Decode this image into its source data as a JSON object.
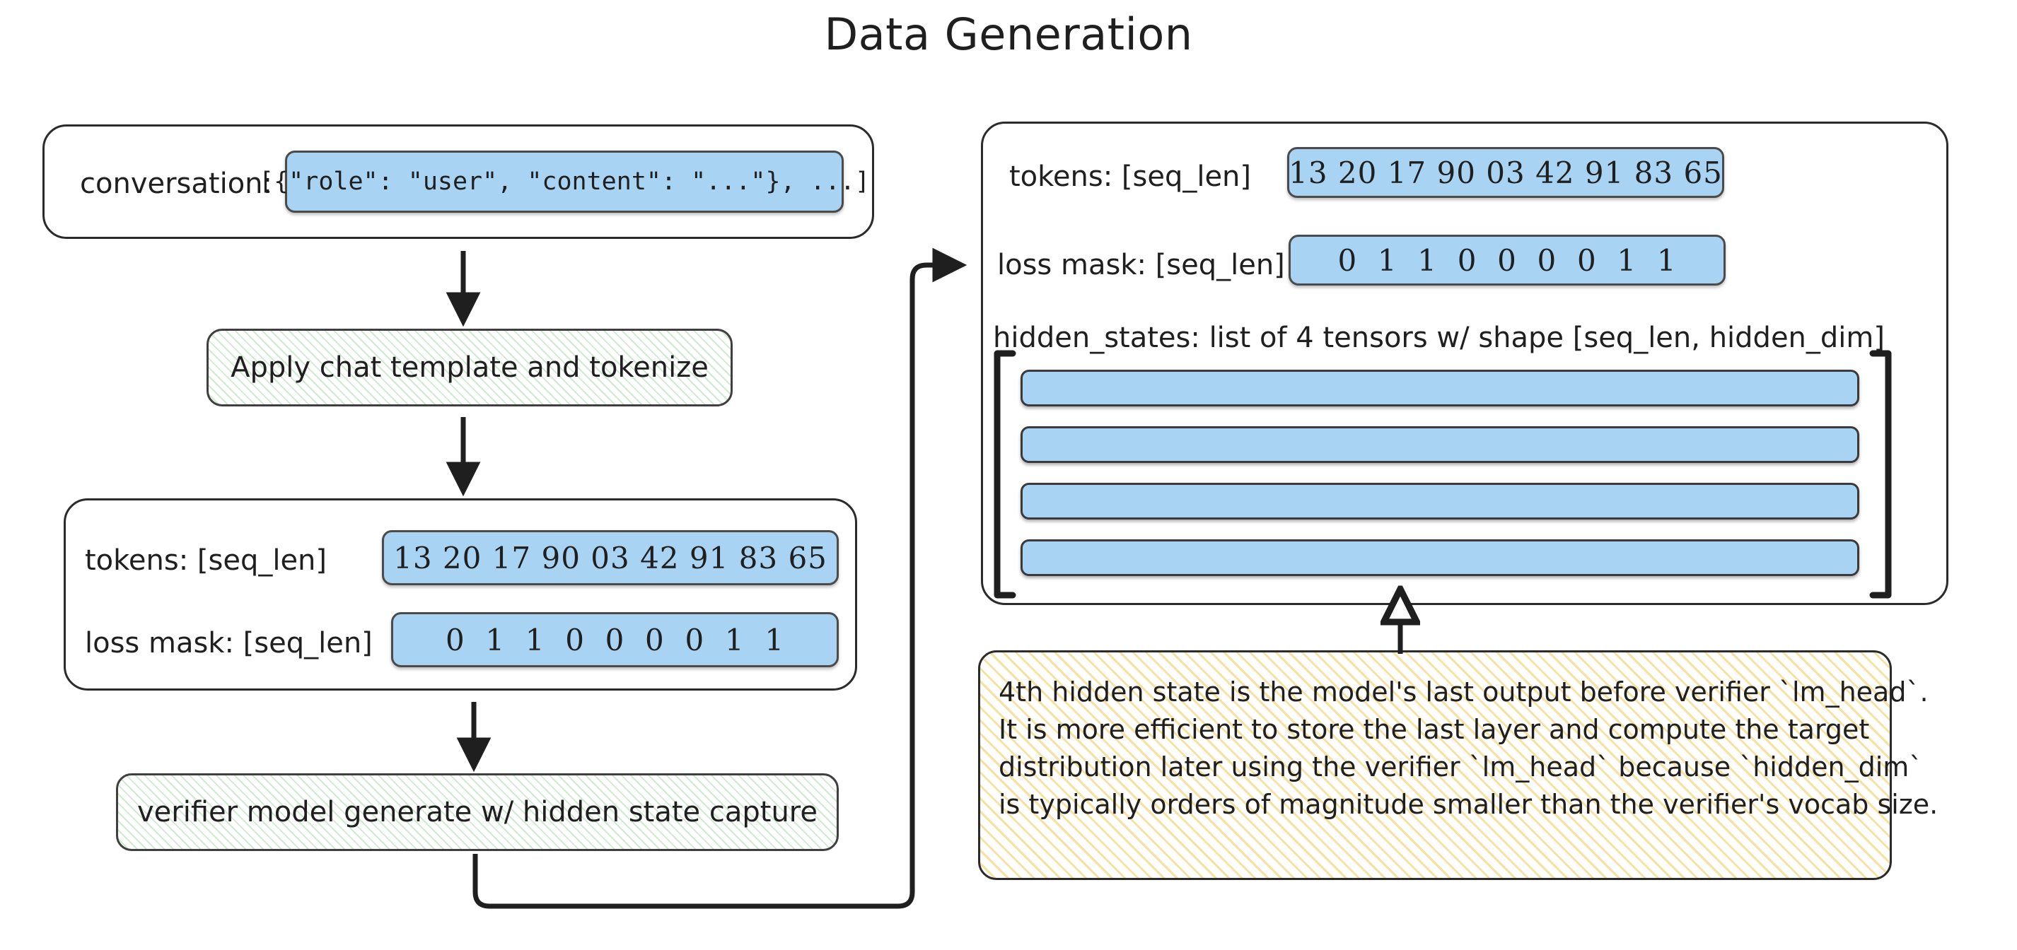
{
  "title": "Data Generation",
  "left_column": {
    "conversation_panel": {
      "label": "conversation:",
      "value": "[{\"role\": \"user\", \"content\": \"...\"}, ...]"
    },
    "step_tokenize": "Apply chat template and tokenize",
    "tokens_panel": {
      "tokens_label": "tokens: [seq_len]",
      "tokens_value": "13 20 17 90 03 42 91 83 65",
      "loss_mask_label": "loss mask: [seq_len]",
      "loss_mask_value": "0  1  1  0  0  0  0  1  1"
    },
    "step_generate": "verifier model generate w/ hidden state capture"
  },
  "right_column": {
    "output_panel": {
      "tokens_label": "tokens: [seq_len]",
      "tokens_value": "13 20 17 90 03 42 91 83 65",
      "loss_mask_label": "loss mask: [seq_len]",
      "loss_mask_value": "0  1  1  0  0  0  0  1  1",
      "hidden_states_label": "hidden_states: list of 4 tensors w/ shape [seq_len, hidden_dim]",
      "hidden_state_bars": 4
    },
    "note": {
      "lines": [
        "4th hidden state is the model's last output before verifier `lm_head`.",
        "It is more efficient to store the last layer and compute the target",
        "distribution later using the verifier `lm_head` because `hidden_dim`",
        "is typically orders of magnitude smaller than the verifier's vocab size."
      ]
    }
  },
  "chart_data": {
    "type": "table",
    "title": "Data Generation",
    "sequences": {
      "tokens": [
        13,
        20,
        17,
        90,
        3,
        42,
        91,
        83,
        65
      ],
      "loss_mask": [
        0,
        1,
        1,
        0,
        0,
        0,
        0,
        1,
        1
      ]
    },
    "hidden_states": {
      "count": 4,
      "shape": [
        "seq_len",
        "hidden_dim"
      ]
    }
  },
  "colors": {
    "chip_blue": "#a9d3f2",
    "hatch_green": "#80c880",
    "hatch_yellow": "#ecbe3c",
    "stroke": "#2b2b2b",
    "background": "#ffffff"
  }
}
